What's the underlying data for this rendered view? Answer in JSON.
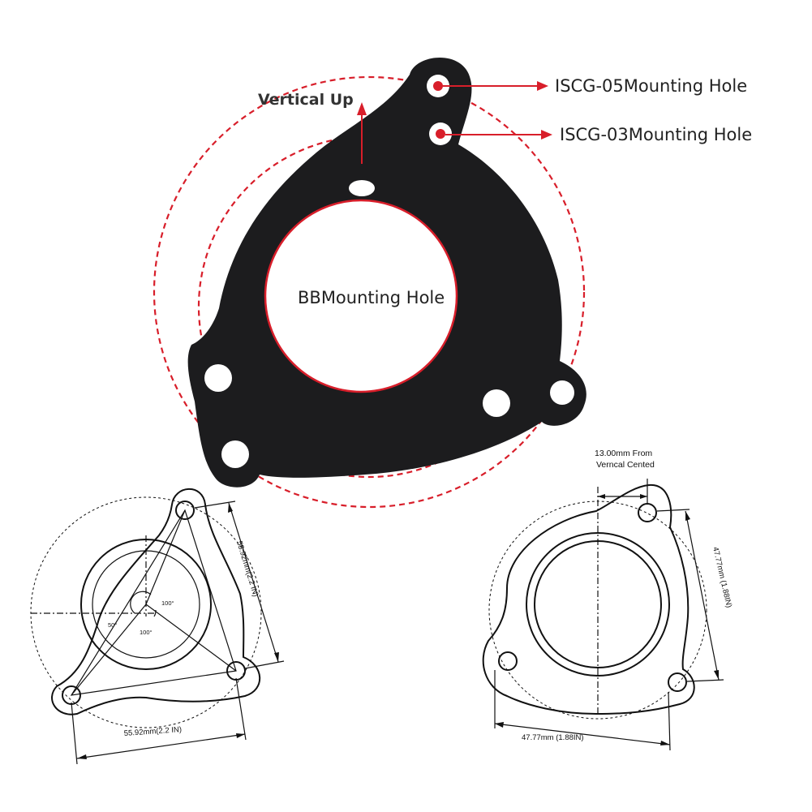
{
  "photo": {
    "vertical_label": "Vertical Up",
    "iscg05_label": "ISCG-05Mounting Hole",
    "iscg03_label": "ISCG-03Mounting Hole",
    "bb_label": "BBMounting Hole",
    "accent_color": "#d81e2a",
    "plate_color": "#1c1c1e"
  },
  "drawing_left": {
    "side_dim": "55.92mm(2.2 IN)",
    "bottom_dim": "55.92mm(2.2 IN)",
    "angle_50": "50°",
    "angle_100a": "100°",
    "angle_100b": "100°"
  },
  "drawing_right": {
    "offset_note_line1": "13.00mm From",
    "offset_note_line2": "Verncal Cented",
    "side_dim": "47.77mm  (1.88IN)",
    "bottom_dim": "47.77mm  (1.88IN)"
  }
}
